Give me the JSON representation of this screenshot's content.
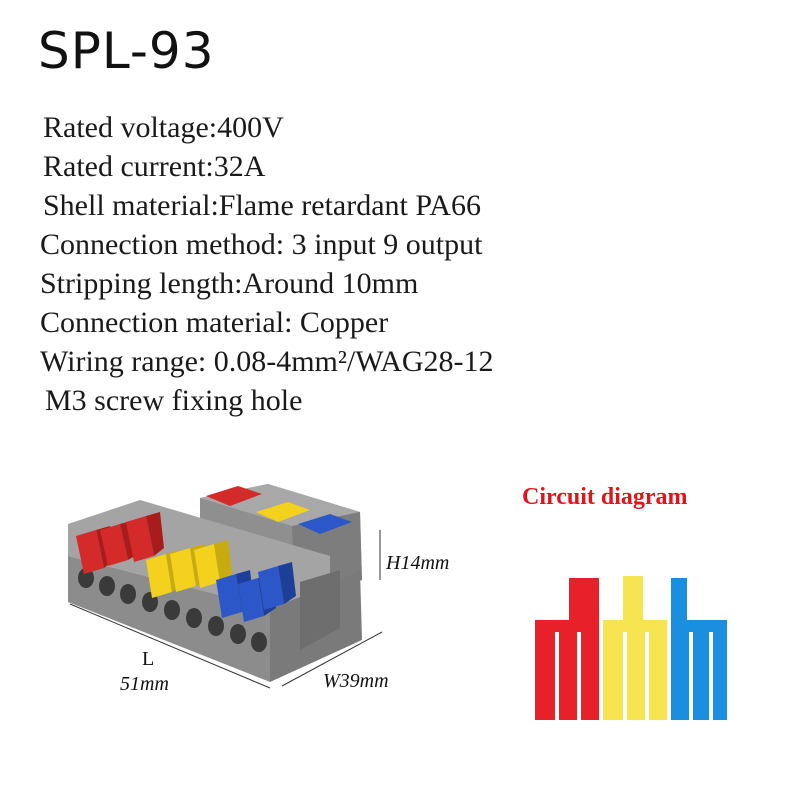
{
  "title": "SPL-93",
  "specs": [
    "Rated voltage:400V",
    "Rated current:32A",
    "Shell material:Flame retardant PA66",
    "Connection method: 3 input 9 output",
    "Stripping length:Around 10mm",
    "Connection material: Copper",
    "Wiring range: 0.08-4mm²/WAG28-12",
    "M3 screw fixing hole"
  ],
  "dimensions": {
    "height_label": "H14mm",
    "length_letter": "L",
    "length_value": "51mm",
    "width_label": "W39mm"
  },
  "circuit_diagram": {
    "title": "Circuit diagram",
    "colors": [
      "#e8202a",
      "#f7e451",
      "#1a8fe0"
    ]
  },
  "lever_colors": {
    "red": "#d42a2a",
    "yellow": "#f3d11c",
    "blue": "#2c57c9",
    "body": "#9a9a9a"
  }
}
